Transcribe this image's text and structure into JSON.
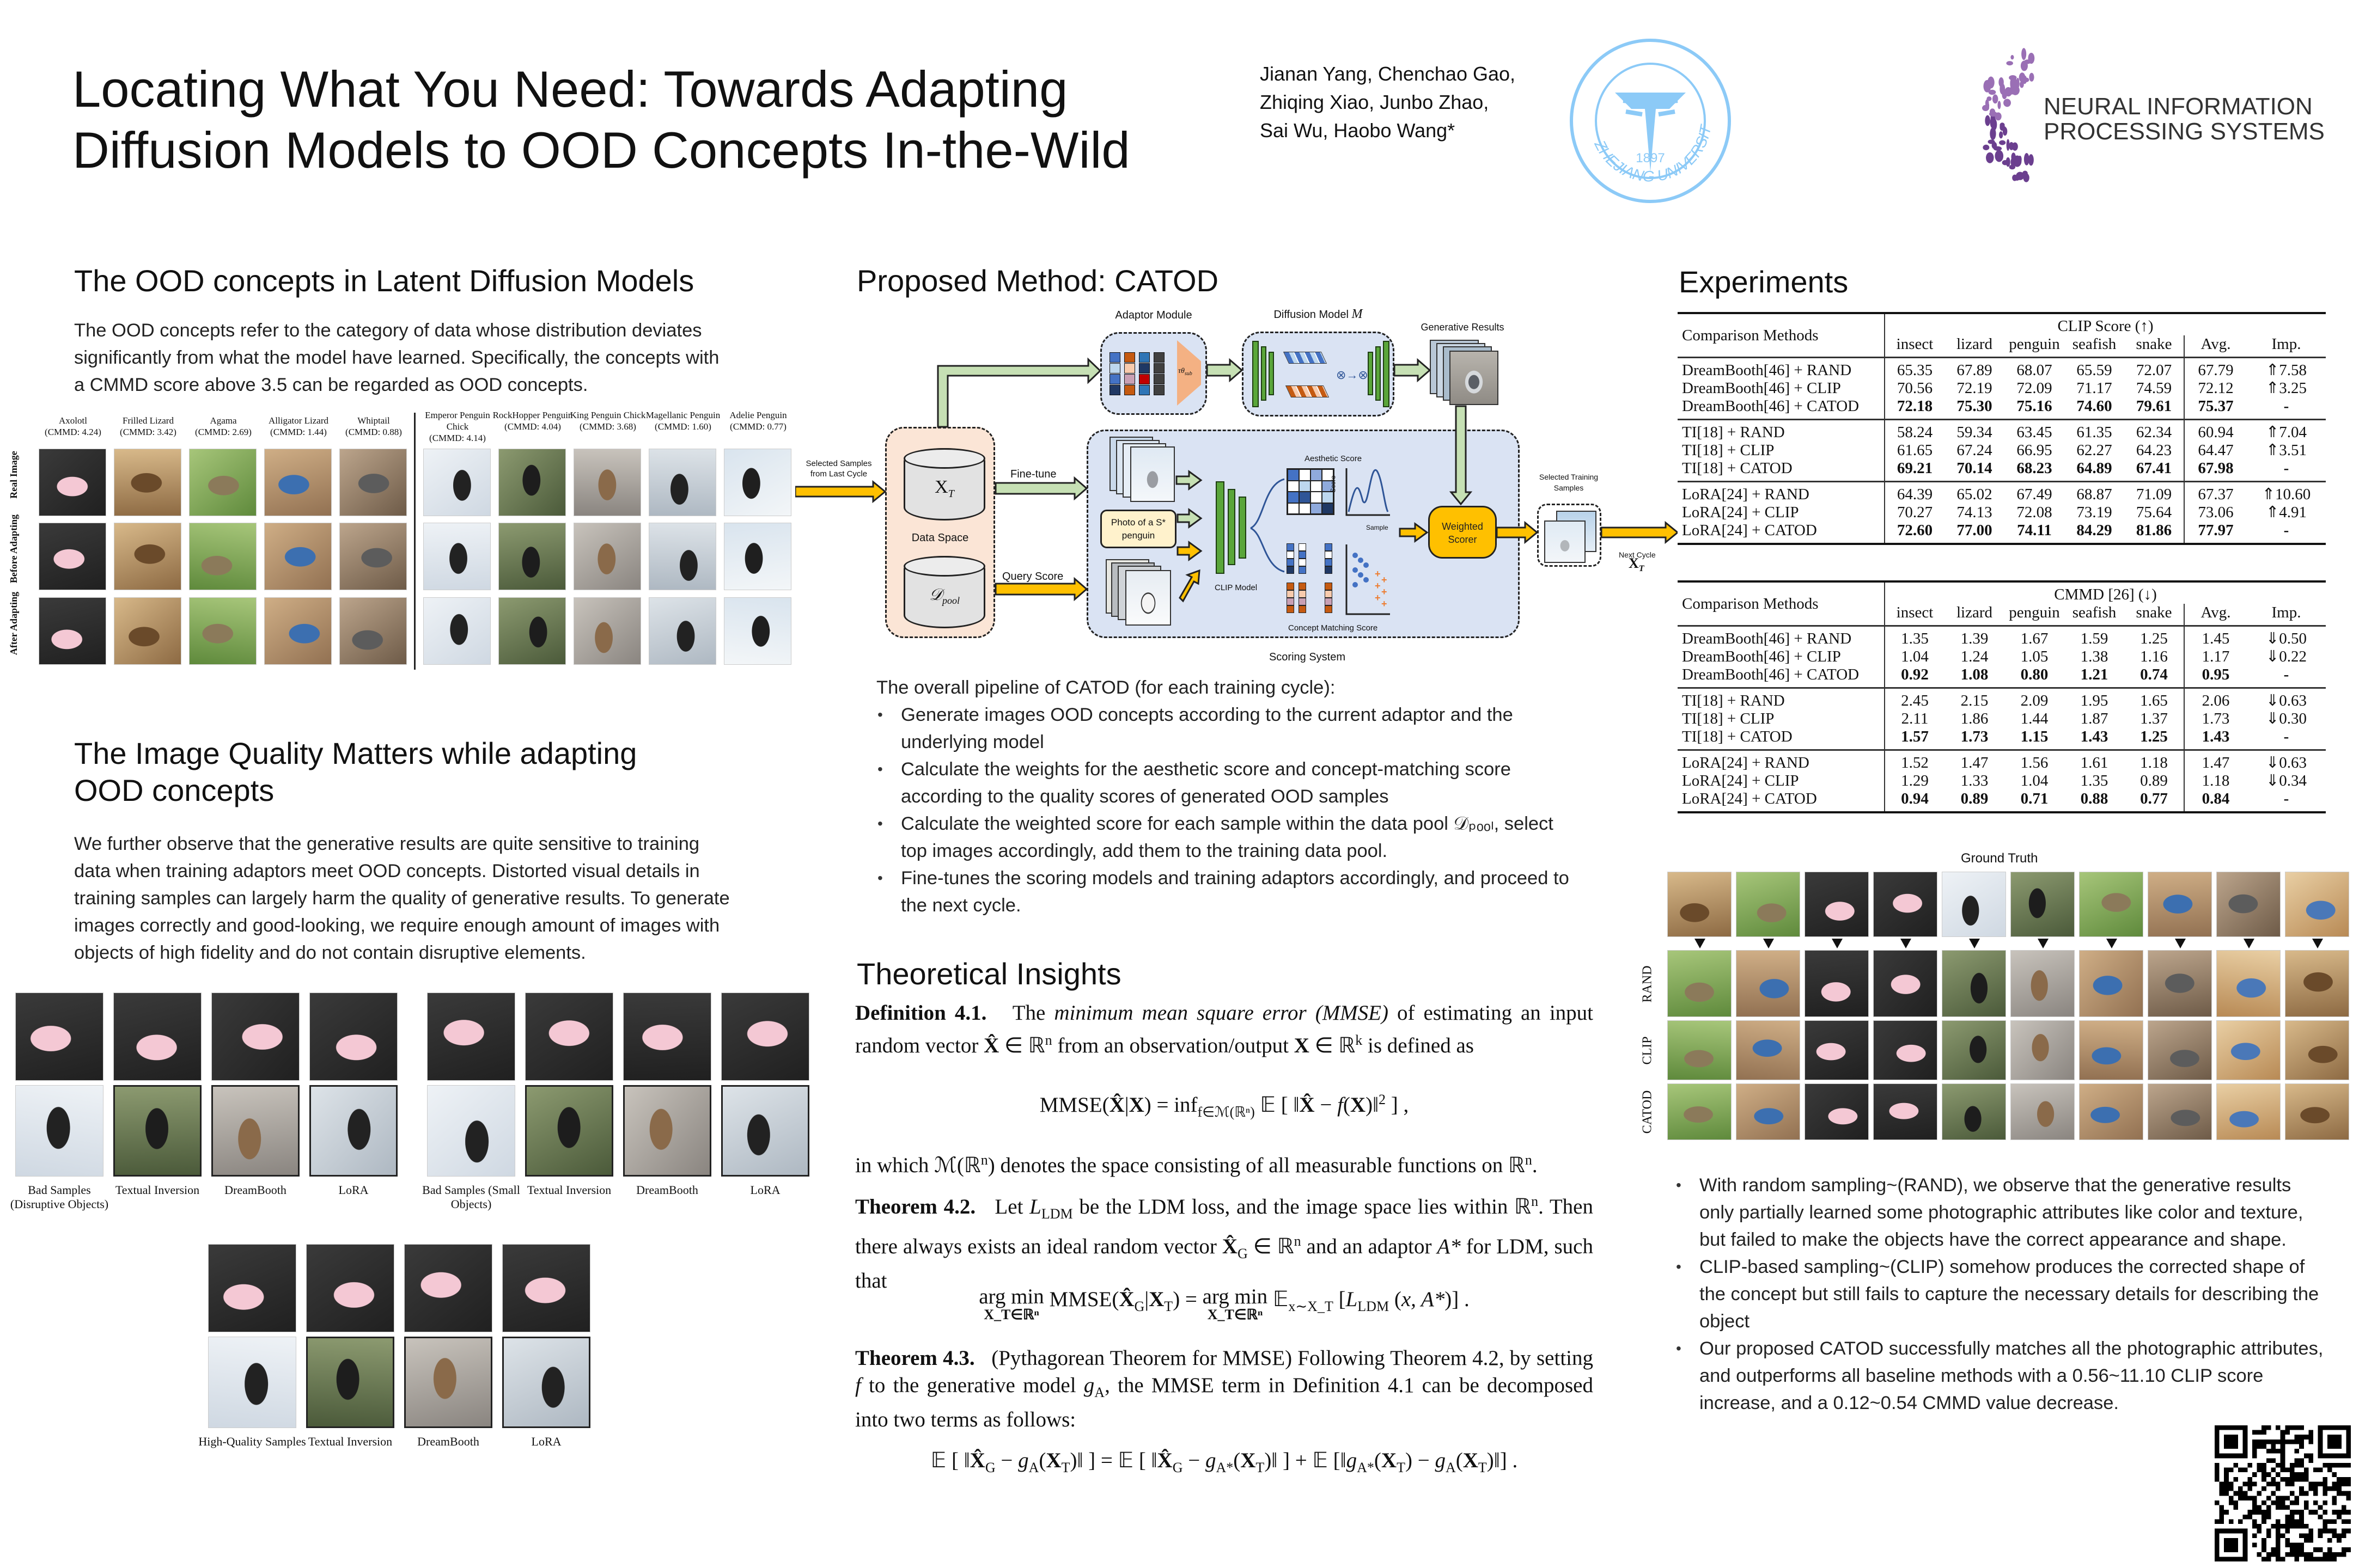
{
  "header": {
    "title_lines": [
      "Locating What You Need: Towards Adapting",
      "Diffusion Models to OOD Concepts In-the-Wild"
    ],
    "authors": [
      "Jianan Yang, Chenchao Gao,",
      "Zhiqing Xiao, Junbo Zhao,",
      "Sai Wu, Haobo Wang*"
    ],
    "zju_logo_text": "ZHEJIANG UNIVERSITY",
    "zju_logo_year": "1897",
    "neurips_logo": [
      "NEURAL INFORMATION",
      "PROCESSING SYSTEMS"
    ]
  },
  "ood": {
    "heading": "The OOD concepts in Latent Diffusion Models",
    "paragraph": "The OOD concepts refer to the category of data whose distribution deviates significantly from what the model have learned. Specifically, the concepts with a CMMD score above 3.5 can be regarded as OOD concepts.",
    "row_labels": [
      "Real Image",
      "Before Adapting",
      "After Adapting"
    ],
    "columns": [
      {
        "name": "Axolotl",
        "cmmd": "(CMMD: 4.24)"
      },
      {
        "name": "Frilled Lizard",
        "cmmd": "(CMMD: 3.42)"
      },
      {
        "name": "Agama",
        "cmmd": "(CMMD: 2.69)"
      },
      {
        "name": "Alligator Lizard",
        "cmmd": "(CMMD: 1.44)"
      },
      {
        "name": "Whiptail",
        "cmmd": "(CMMD: 0.88)"
      },
      {
        "name": "Emperor Penguin Chick",
        "cmmd": "(CMMD: 4.14)"
      },
      {
        "name": "RockHopper Penguin",
        "cmmd": "(CMMD: 4.04)"
      },
      {
        "name": "King Penguin Chick",
        "cmmd": "(CMMD: 3.68)"
      },
      {
        "name": "Magellanic Penguin",
        "cmmd": "(CMMD: 1.60)"
      },
      {
        "name": "Adelie Penguin",
        "cmmd": "(CMMD: 0.77)"
      }
    ]
  },
  "quality": {
    "heading": "The Image Quality Matters while adapting OOD concepts",
    "paragraph": "We further observe that the generative results are quite sensitive to training data when training adaptors meet OOD concepts. Distorted visual details in training samples can largely harm the quality of generative results. To generate images correctly and good-looking, we require enough amount of images with objects of high fidelity and do not contain disruptive elements.",
    "group_a": [
      "Bad Samples (Disruptive Objects)",
      "Textual Inversion",
      "DreamBooth",
      "LoRA"
    ],
    "group_b": [
      "Bad Samples (Small Objects)",
      "Textual Inversion",
      "DreamBooth",
      "LoRA"
    ],
    "group_c": [
      "High-Quality Samples",
      "Textual Inversion",
      "DreamBooth",
      "LoRA"
    ]
  },
  "method": {
    "heading": "Proposed Method: CATOD",
    "diagram": {
      "adaptor_module": "Adaptor Module",
      "diffusion_model": "Diffusion Model",
      "diffusion_symbol": "M",
      "tau": "τθ",
      "tau_sub": "sub",
      "generative_results": "Generative Results",
      "selected_from_last": [
        "Selected Samples",
        "from Last Cycle"
      ],
      "xt": "X",
      "xt_sub": "T",
      "data_space": "Data Space",
      "dpool": "𝒟",
      "dpool_sub": "pool",
      "fine_tune": "Fine-tune",
      "query_score": "Query Score",
      "prompt": [
        "Photo of a S*",
        "penguin"
      ],
      "clip_model": "CLIP Model",
      "aesthetic_score": "Aesthetic Score",
      "score_axis": "Score",
      "sample_axis": "Sample",
      "concept_matching": "Concept Matching Score",
      "weighted_scorer": [
        "Weighted",
        "Scorer"
      ],
      "selected_training": [
        "Selected Training",
        "Samples"
      ],
      "next_cycle": "Next Cycle",
      "scoring_system": "Scoring System"
    },
    "pipeline_intro": "The overall pipeline of CATOD (for each training cycle):",
    "bullets": [
      "Generate images OOD concepts according to the current adaptor and the underlying model",
      "Calculate the weights for the aesthetic score and concept-matching score according to the quality scores of generated OOD samples",
      "Calculate the weighted score for each sample within the data pool 𝒟ₚₒₒₗ, select top images accordingly, add them to the training data pool.",
      "Fine-tunes the scoring models and training adaptors accordingly, and proceed to the next cycle."
    ]
  },
  "theory": {
    "heading": "Theoretical Insights",
    "def41": [
      {
        "t": "Definition 4.1.",
        "s": "b"
      },
      {
        "t": "   The "
      },
      {
        "t": "minimum mean square error (MMSE)",
        "s": "i"
      },
      {
        "t": " of estimating an input random vector "
      },
      {
        "t": "X̂",
        "s": "b"
      },
      {
        "t": " ∈ ℝ"
      },
      {
        "t": "n",
        "s": "sup"
      },
      {
        "t": " from an observation/output "
      },
      {
        "t": "X",
        "s": "b"
      },
      {
        "t": " ∈ ℝ"
      },
      {
        "t": "k",
        "s": "sup"
      },
      {
        "t": " is defined as"
      }
    ],
    "eq1": [
      {
        "t": "MMSE("
      },
      {
        "t": "X̂",
        "s": "b"
      },
      {
        "t": "|"
      },
      {
        "t": "X",
        "s": "b"
      },
      {
        "t": ") = inf"
      },
      {
        "t": "f∈ℳ(ℝⁿ)",
        "s": "sub"
      },
      {
        "t": " 𝔼 [ ‖"
      },
      {
        "t": "X̂",
        "s": "b"
      },
      {
        "t": " − "
      },
      {
        "t": "f",
        "s": "i"
      },
      {
        "t": "("
      },
      {
        "t": "X",
        "s": "b"
      },
      {
        "t": ")‖"
      },
      {
        "t": "2",
        "s": "sup"
      },
      {
        "t": " ] ,"
      }
    ],
    "in_which": [
      {
        "t": "in which ℳ(ℝ"
      },
      {
        "t": "n",
        "s": "sup"
      },
      {
        "t": ") denotes the space consisting of all measurable functions on ℝ"
      },
      {
        "t": "n",
        "s": "sup"
      },
      {
        "t": "."
      }
    ],
    "thm42": [
      {
        "t": "Theorem 4.2.",
        "s": "b"
      },
      {
        "t": "   Let "
      },
      {
        "t": "L",
        "s": "i"
      },
      {
        "t": "LDM",
        "s": "sub"
      },
      {
        "t": " be the LDM loss, and the image space lies within ℝ"
      },
      {
        "t": "n",
        "s": "sup"
      },
      {
        "t": ". Then there always exists an ideal random vector "
      },
      {
        "t": "X̂",
        "s": "b"
      },
      {
        "t": "G",
        "s": "sub"
      },
      {
        "t": " ∈ ℝ"
      },
      {
        "t": "n",
        "s": "sup"
      },
      {
        "t": " and an adaptor "
      },
      {
        "t": "A*",
        "s": "i"
      },
      {
        "t": " for LDM, such that"
      }
    ],
    "eq2": [
      {
        "t": "arg min",
        "u": "X_T∈ℝⁿ"
      },
      {
        "t": " MMSE("
      },
      {
        "t": "X̂",
        "s": "b"
      },
      {
        "t": "G",
        "s": "sub"
      },
      {
        "t": "|"
      },
      {
        "t": "X",
        "s": "b"
      },
      {
        "t": "T",
        "s": "sub"
      },
      {
        "t": ") = "
      },
      {
        "t": "arg min",
        "u": "X_T∈ℝⁿ"
      },
      {
        "t": " 𝔼"
      },
      {
        "t": "x∼X_T",
        "s": "sub"
      },
      {
        "t": " ["
      },
      {
        "t": "L",
        "s": "i"
      },
      {
        "t": "LDM",
        "s": "sub"
      },
      {
        "t": " ("
      },
      {
        "t": "x, A*",
        "s": "i"
      },
      {
        "t": ")] ."
      }
    ],
    "thm43": [
      {
        "t": "Theorem 4.3.",
        "s": "b"
      },
      {
        "t": "   (Pythagorean Theorem for MMSE) Following Theorem 4.2, by setting "
      },
      {
        "t": "f",
        "s": "i"
      },
      {
        "t": " to the generative model "
      },
      {
        "t": "g",
        "s": "i"
      },
      {
        "t": "A",
        "s": "sub"
      },
      {
        "t": ", the MMSE term in Definition 4.1 can be decomposed into two terms as follows:"
      }
    ],
    "eq3": [
      {
        "t": "𝔼 [ ‖"
      },
      {
        "t": "X̂",
        "s": "b"
      },
      {
        "t": "G",
        "s": "sub"
      },
      {
        "t": " − "
      },
      {
        "t": "g",
        "s": "i"
      },
      {
        "t": "A",
        "s": "sub"
      },
      {
        "t": "("
      },
      {
        "t": "X",
        "s": "b"
      },
      {
        "t": "T",
        "s": "sub"
      },
      {
        "t": ")‖ ] = 𝔼 [ ‖"
      },
      {
        "t": "X̂",
        "s": "b"
      },
      {
        "t": "G",
        "s": "sub"
      },
      {
        "t": " − "
      },
      {
        "t": "g",
        "s": "i"
      },
      {
        "t": "A*",
        "s": "sub"
      },
      {
        "t": "("
      },
      {
        "t": "X",
        "s": "b"
      },
      {
        "t": "T",
        "s": "sub"
      },
      {
        "t": ")‖ ] + 𝔼 [‖"
      },
      {
        "t": "g",
        "s": "i"
      },
      {
        "t": "A*",
        "s": "sub"
      },
      {
        "t": "("
      },
      {
        "t": "X",
        "s": "b"
      },
      {
        "t": "T",
        "s": "sub"
      },
      {
        "t": ") − "
      },
      {
        "t": "g",
        "s": "i"
      },
      {
        "t": "A",
        "s": "sub"
      },
      {
        "t": "("
      },
      {
        "t": "X",
        "s": "b"
      },
      {
        "t": "T",
        "s": "sub"
      },
      {
        "t": ")‖] ."
      }
    ]
  },
  "experiments": {
    "heading": "Experiments",
    "tables": [
      {
        "method_header": "Comparison Methods",
        "metric": "CLIP Score (↑)",
        "columns": [
          "insect",
          "lizard",
          "penguin",
          "seafish",
          "snake",
          "Avg.",
          "Imp."
        ],
        "groups": [
          [
            [
              "DreamBooth[46] + RAND",
              "65.35",
              "67.89",
              "68.07",
              "65.59",
              "72.07",
              "67.79",
              "⇑7.58"
            ],
            [
              "DreamBooth[46] + CLIP",
              "70.56",
              "72.19",
              "72.09",
              "71.17",
              "74.59",
              "72.12",
              "⇑3.25"
            ],
            [
              "DreamBooth[46] + CATOD",
              "72.18",
              "75.30",
              "75.16",
              "74.60",
              "79.61",
              "75.37",
              "-"
            ]
          ],
          [
            [
              "TI[18] + RAND",
              "58.24",
              "59.34",
              "63.45",
              "61.35",
              "62.34",
              "60.94",
              "⇑7.04"
            ],
            [
              "TI[18] + CLIP",
              "61.65",
              "67.24",
              "66.95",
              "62.27",
              "64.23",
              "64.47",
              "⇑3.51"
            ],
            [
              "TI[18] + CATOD",
              "69.21",
              "70.14",
              "68.23",
              "64.89",
              "67.41",
              "67.98",
              "-"
            ]
          ],
          [
            [
              "LoRA[24] + RAND",
              "64.39",
              "65.02",
              "67.49",
              "68.87",
              "71.09",
              "67.37",
              "⇑10.60"
            ],
            [
              "LoRA[24] + CLIP",
              "70.27",
              "74.13",
              "72.08",
              "73.19",
              "75.64",
              "73.06",
              "⇑4.91"
            ],
            [
              "LoRA[24] + CATOD",
              "72.60",
              "77.00",
              "74.11",
              "84.29",
              "81.86",
              "77.97",
              "-"
            ]
          ]
        ]
      },
      {
        "method_header": "Comparison Methods",
        "metric": "CMMD [26] (↓)",
        "columns": [
          "insect",
          "lizard",
          "penguin",
          "seafish",
          "snake",
          "Avg.",
          "Imp."
        ],
        "groups": [
          [
            [
              "DreamBooth[46] + RAND",
              "1.35",
              "1.39",
              "1.67",
              "1.59",
              "1.25",
              "1.45",
              "⇓0.50"
            ],
            [
              "DreamBooth[46] + CLIP",
              "1.04",
              "1.24",
              "1.05",
              "1.38",
              "1.16",
              "1.17",
              "⇓0.22"
            ],
            [
              "DreamBooth[46] + CATOD",
              "0.92",
              "1.08",
              "0.80",
              "1.21",
              "0.74",
              "0.95",
              "-"
            ]
          ],
          [
            [
              "TI[18] + RAND",
              "2.45",
              "2.15",
              "2.09",
              "1.95",
              "1.65",
              "2.06",
              "⇓0.63"
            ],
            [
              "TI[18] + CLIP",
              "2.11",
              "1.86",
              "1.44",
              "1.87",
              "1.37",
              "1.73",
              "⇓0.30"
            ],
            [
              "TI[18] + CATOD",
              "1.57",
              "1.73",
              "1.15",
              "1.43",
              "1.25",
              "1.43",
              "-"
            ]
          ],
          [
            [
              "LoRA[24] + RAND",
              "1.52",
              "1.47",
              "1.56",
              "1.61",
              "1.18",
              "1.47",
              "⇓0.63"
            ],
            [
              "LoRA[24] + CLIP",
              "1.29",
              "1.33",
              "1.04",
              "1.35",
              "0.89",
              "1.18",
              "⇓0.34"
            ],
            [
              "LoRA[24] + CATOD",
              "0.94",
              "0.89",
              "0.71",
              "0.88",
              "0.77",
              "0.84",
              "-"
            ]
          ]
        ]
      }
    ],
    "ground_truth_label": "Ground Truth",
    "row_labels": [
      "RAND",
      "CLIP",
      "CATOD"
    ],
    "bullets": [
      "With random sampling~(RAND), we observe that the generative results only partially learned some photographic attributes like color and texture, but failed to make the objects have the correct appearance and shape.",
      "CLIP-based sampling~(CLIP) somehow produces the corrected shape of the concept but still fails to capture the necessary details for describing the object",
      "Our proposed CATOD successfully matches all the photographic attributes, and outperforms all baseline methods with a 0.56~11.10 CLIP score increase, and a 0.12~0.54 CMMD value decrease."
    ]
  },
  "colors": {
    "accent_green": "#c6e0b4",
    "accent_yellow": "#ffc000",
    "panel_blue": "#dae3f3",
    "panel_peach": "#fbe5d6",
    "neurips_purple": "#6b3f8f",
    "zju_blue": "#7fc3f5"
  }
}
